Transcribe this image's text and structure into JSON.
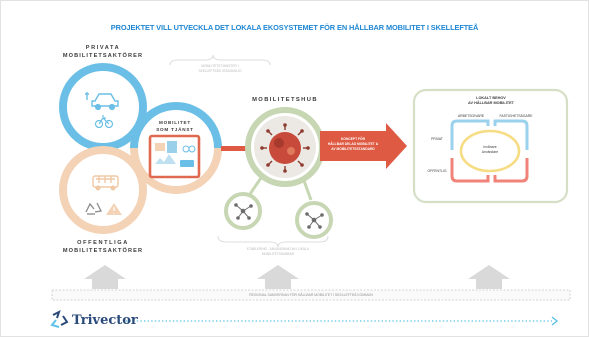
{
  "slide": {
    "title": "PROJEKTET VILL UTVECKLA DET LOKALA EKOSYSTEMET FÖR EN HÅLLBAR MOBILITET I SKELLEFTEÅ"
  },
  "private_actors": {
    "line1": "PRIVATA",
    "line2": "MOBILITETSAKTÖRER"
  },
  "public_actors": {
    "line1": "OFFENTLIGA",
    "line2": "MOBILITETSAKTÖRER"
  },
  "maas": {
    "line1": "MOBILITET",
    "line2": "SOM TJÄNST"
  },
  "hub": {
    "label": "MOBILITETSHUB"
  },
  "concept_arrow": {
    "line1": "KONCEPT FÖR",
    "line2": "HÅLLBAR DELAD MOBILITET &",
    "line3": "AV MOBILITETSSTANDARD"
  },
  "local_needs": {
    "title_line1": "LOKALT BEHOV",
    "title_line2": "AV HÅLLBAR MOBILITET",
    "employer": "ARBETSGIVARE",
    "property_owner": "FASTIGHETSÄGARE",
    "private": "PRIVAT",
    "public": "OFFENTLIG",
    "center_line1": "Invånare",
    "center_line2": "Användare"
  },
  "faint_top": {
    "line1": "MOBILITETSTJÄNSTER I",
    "line2": "SKELLEFTEÅS STADSMILJÖ"
  },
  "faint_bottom": {
    "line1": "ETABLERING - ANVÄNDNING AV LOKALA",
    "line2": "MOBILITETSHUBBAR"
  },
  "bottom_bar": {
    "text": "REGIONAL SAMVERKAN FÖR HÅLLBAR MOBILITET I SKELLEFTEÅ KOMMUN"
  },
  "brand": {
    "name": "Trivector"
  },
  "icons": [
    "car-icon",
    "bicycle-icon",
    "bus-icon",
    "recycle-icon",
    "warning-icon",
    "hub-network-icon",
    "cityscape-icon"
  ],
  "colors": {
    "blue": "#6bbfe6",
    "peach": "#f3d2b6",
    "sage": "#c7d6b3",
    "red_arrow": "#de5a43",
    "title_blue": "#1f87d3",
    "brand_navy": "#2a4a7a"
  }
}
